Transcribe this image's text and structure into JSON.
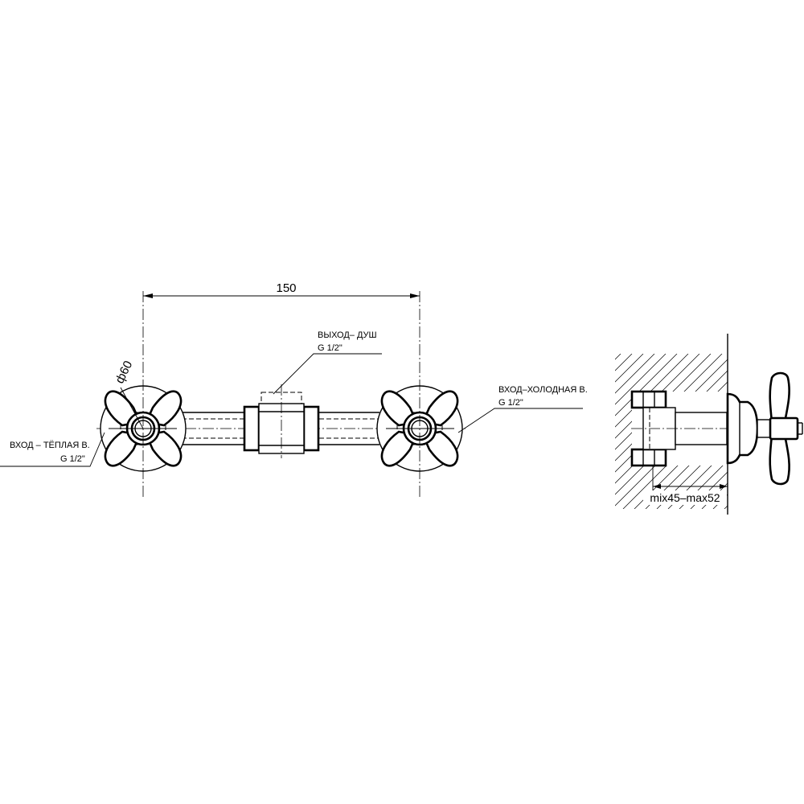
{
  "dimensions": {
    "spacing": "150",
    "diameter": "ф60",
    "depth_range": "mix45–max52"
  },
  "labels": {
    "outlet_name": "ВЫХОД– ДУШ",
    "outlet_thread": "G 1/2\"",
    "cold_inlet_name": "ВХОД–ХОЛОДНАЯ В.",
    "cold_inlet_thread": "G 1/2\"",
    "warm_inlet_name": "ВХОД – ТЁПЛАЯ В.",
    "warm_inlet_thread": "G 1/2\""
  }
}
